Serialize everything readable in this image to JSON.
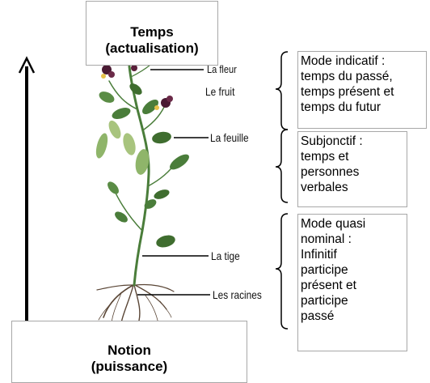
{
  "top_box": {
    "line1": "Temps",
    "line2": "(actualisation)"
  },
  "bottom_box": {
    "line1": "Notion",
    "line2": "(puissance)"
  },
  "plant_labels": {
    "fleur": "La fleur",
    "fruit": "Le fruit",
    "feuille": "La feuille",
    "tige": "La tige",
    "racines": "Les racines"
  },
  "right_boxes": [
    {
      "lines": [
        "Mode indicatif :",
        "temps du passé,",
        "temps présent et",
        "temps du futur"
      ]
    },
    {
      "lines": [
        "Subjonctif :",
        "temps et",
        "personnes",
        "verbales"
      ]
    },
    {
      "lines": [
        "Mode quasi",
        "nominal :",
        "Infinitif",
        "participe",
        "présent et",
        "participe",
        "passé"
      ]
    }
  ],
  "colors": {
    "leaf": "#4a7d3a",
    "leaf_light": "#8fb56a",
    "flower": "#5a1f3a",
    "root": "#5a4636",
    "box_border": "#a8a8a8"
  }
}
